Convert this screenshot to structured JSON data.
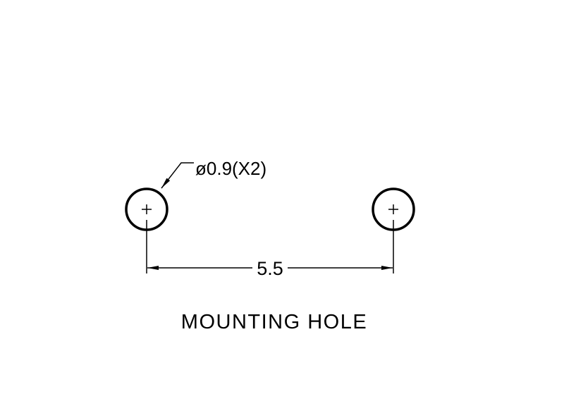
{
  "callout": "ø0.9(X2)",
  "dimension": "5.5",
  "title": "MOUNTING HOLE",
  "colors": {
    "line": "#000000",
    "background": "#ffffff"
  }
}
